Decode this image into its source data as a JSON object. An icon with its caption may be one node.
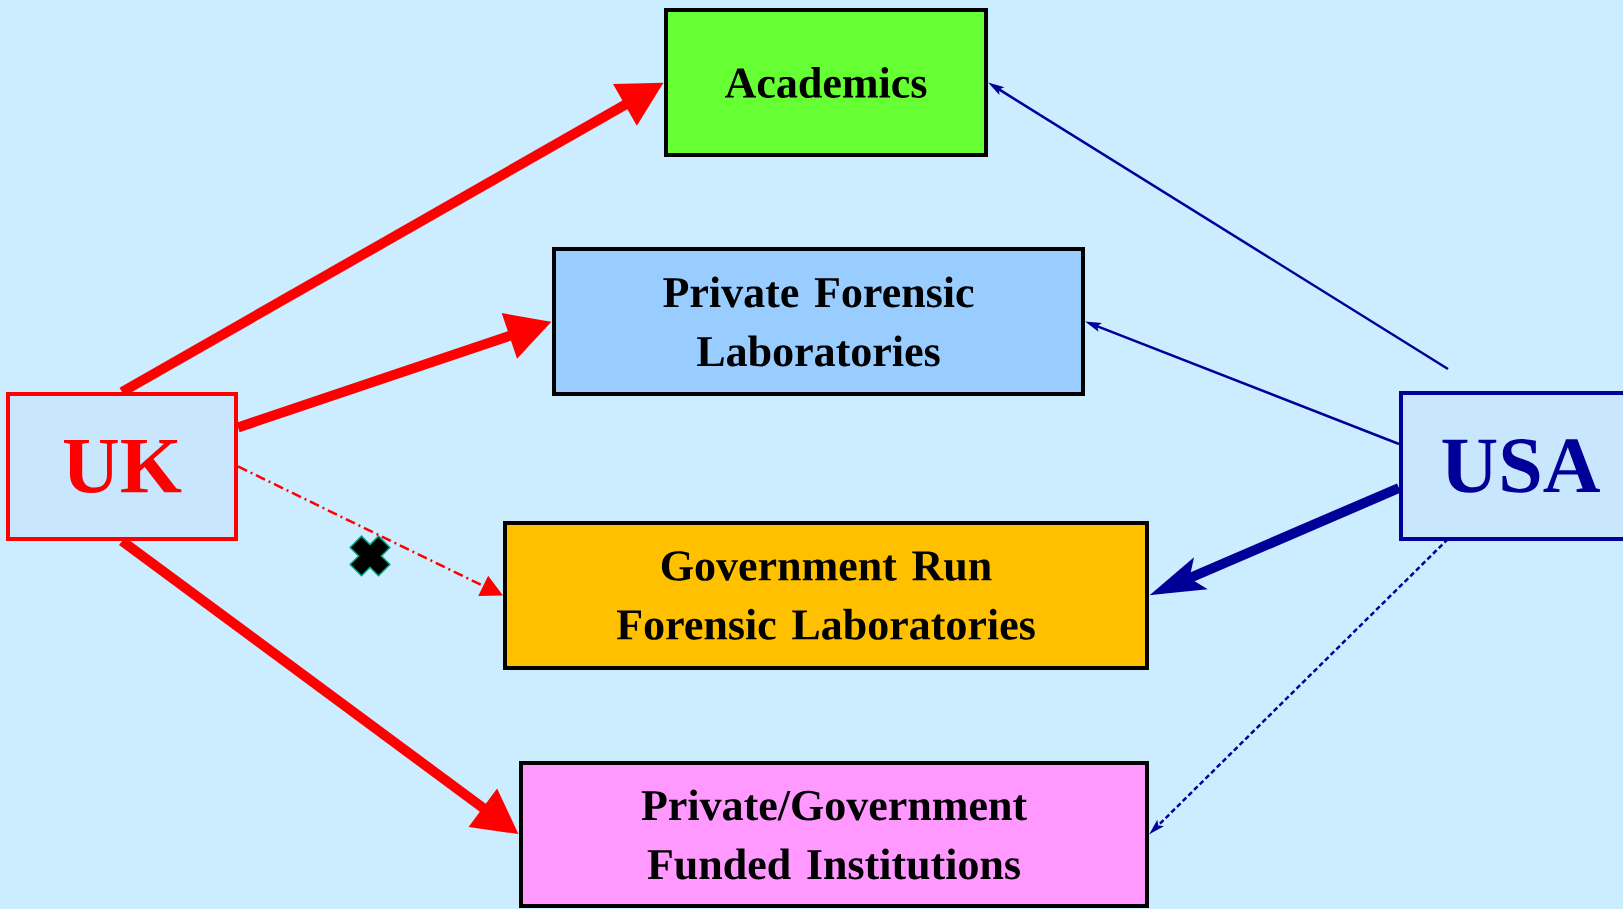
{
  "diagram": {
    "nodes": [
      {
        "text": [
          "UK"
        ]
      },
      {
        "text": [
          "Academics"
        ]
      },
      {
        "text": [
          "Private Forensic Laboratories"
        ]
      },
      {
        "text": [
          "Government Run Forensic Laboratories"
        ]
      },
      {
        "text": [
          "Private/Government Funded Institutions"
        ]
      },
      {
        "text": [
          "USA"
        ]
      }
    ],
    "edges": [
      {
        "from": 0,
        "to": 1,
        "arrow": "to",
        "style": "thick",
        "color": "#ff0000"
      },
      {
        "from": 0,
        "to": 2,
        "arrow": "to",
        "style": "thick",
        "color": "#ff0000"
      },
      {
        "from": 0,
        "to": 3,
        "arrow": "to",
        "style": "dashed",
        "color": "#ff0000"
      },
      {
        "from": 0,
        "to": 4,
        "arrow": "to",
        "style": "thick",
        "color": "#ff0000"
      },
      {
        "from": 5,
        "to": 1,
        "arrow": "to",
        "color": "#000099"
      },
      {
        "from": 5,
        "to": 2,
        "arrow": "to",
        "color": "#000099"
      },
      {
        "from": 5,
        "to": 3,
        "arrow": "to",
        "style": "thick",
        "color": "#000099"
      },
      {
        "from": 5,
        "to": 4,
        "arrow": "to",
        "style": "dashed",
        "color": "#000099"
      }
    ]
  }
}
